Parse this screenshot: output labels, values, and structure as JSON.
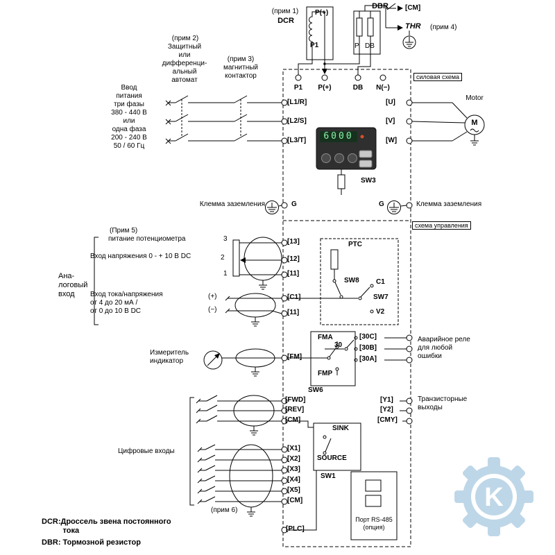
{
  "top": {
    "note1": "(прим 1)",
    "dcr": "DCR",
    "p_plus": "P(+)",
    "p1": "P1",
    "dbr": "DBR",
    "p": "P",
    "db": "DB",
    "cm": "[CM]",
    "thr": "THR",
    "note4": "(прим 4)"
  },
  "left": {
    "note2": "(прим 2)",
    "breaker": "Защитный\nили\nдифференци-\nальный\nавтомат",
    "note3": "(прим 3)",
    "contactor": "магнитный\nконтактор",
    "power_input": "Ввод\nпитания\nтри фазы\n380 - 440 В\nили\nодна фаза\n200 - 240 В\n50 / 60 Гц"
  },
  "inverter": {
    "section_power": "силовая схема",
    "section_control": "схема управления",
    "top_terminals": [
      "P1",
      "P(+)",
      "DB",
      "N(−)"
    ],
    "inputs": [
      "[L1/R]",
      "[L2/S]",
      "[L3/T]"
    ],
    "outputs": [
      "[U]",
      "[V]",
      "[W]"
    ],
    "display": "6000",
    "sw3": "SW3",
    "g_left": "G",
    "g_right": "G",
    "ground_left": "Клемма заземления",
    "ground_right": "Клемма заземления"
  },
  "motor": {
    "label": "Motor",
    "m": "M"
  },
  "analog": {
    "note5": "(Прим 5)",
    "pot_supply": "питание потенциометра",
    "voltage_input": "Вход напряжения 0 - + 10 В DC",
    "pot_pins": [
      "3",
      "2",
      "1"
    ],
    "v_terminals": [
      "[13]",
      "[12]",
      "[11]"
    ],
    "group": "Ана-\nлоговый\nвход",
    "current_input": "Вход тока/напряжения\nот 4 до 20 мА /\nот 0 до 10 В DC",
    "plus": "(+)",
    "minus": "(−)",
    "i_terminals": [
      "[C1]",
      "[11]"
    ],
    "ptc": "PTC",
    "sw8": "SW8",
    "c1": "C1",
    "sw7": "SW7",
    "v2": "V2"
  },
  "meter": {
    "label": "Измеритель\nиндикатор",
    "fm": "[FM]",
    "fma": "FMA",
    "fmp": "FMP",
    "sw6": "SW6"
  },
  "relay": {
    "terminals": [
      "[30C]",
      "[30B]",
      "[30A]"
    ],
    "common": "30",
    "label": "Аварийное реле\nдля любой\nошибки"
  },
  "digital": {
    "cmd_terminals": [
      "[FWD]",
      "[REV]",
      "[CM]"
    ],
    "out_terminals": [
      "[Y1]",
      "[Y2]",
      "[CMY]"
    ],
    "transistor": "Транзисторные\nвыходы",
    "sink": "SINK",
    "source": "SOURCE",
    "sw1": "SW1",
    "inputs_label": "Цифровые входы",
    "x_terminals": [
      "[X1]",
      "[X2]",
      "[X3]",
      "[X4]",
      "[X5]",
      "[CM]"
    ],
    "note6": "(прим 6)",
    "plc": "[PLC]",
    "rs485": "Порт RS-485\n(опция)"
  },
  "footer": {
    "dcr_note": "DCR:Дроссель звена постоянного\n          тока",
    "dbr_note": "DBR: Тормозной резистор"
  },
  "watermark": {
    "letter": "K"
  },
  "colors": {
    "display_green": "#8df2a6",
    "panel_dark": "#2f2f2f",
    "watermark_blue": "#b7d3e6"
  }
}
